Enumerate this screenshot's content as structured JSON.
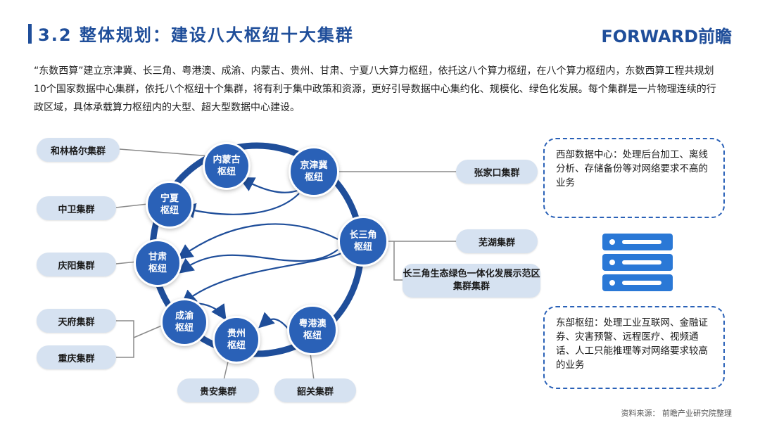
{
  "header": {
    "title": "3.2 整体规划：建设八大枢纽十大集群",
    "logo": "FORWARD前瞻"
  },
  "intro": "“东数西算”建立京津冀、长三角、粤港澳、成渝、内蒙古、贵州、甘肃、宁夏八大算力枢纽，依托这八个算力枢纽，在八个算力枢纽内，东数西算工程共规划10个国家数据中心集群，依托八个枢纽十个集群，将有利于集中政策和资源，更好引导数据中心集约化、规模化、绿色化发展。每个集群是一片物理连续的行政区域，具体承载算力枢纽内的大型、超大型数据中心建设。",
  "hubs": {
    "neimenggu": "内蒙古\n枢纽",
    "jingjinji": "京津冀\n枢纽",
    "ningxia": "宁夏\n枢纽",
    "changsanjiao": "长三角\n枢纽",
    "gansu": "甘肃\n枢纽",
    "chengyu": "成渝\n枢纽",
    "guizhou": "贵州\n枢纽",
    "yuegangao": "粤港澳\n枢纽"
  },
  "clusters": {
    "helingeer": "和林格尔集群",
    "zhongwei": "中卫集群",
    "qingyang": "庆阳集群",
    "tianfu": "天府集群",
    "chongqing": "重庆集群",
    "guian": "贵安集群",
    "shaoguan": "韶关集群",
    "zhangjiakou": "张家口集群",
    "wuhu": "芜湖集群",
    "changsanjiao_demo": "长三角生态绿色一体化发展示范区集群集群"
  },
  "info": {
    "west": "西部数据中心：处理后台加工、离线分析、存储备份等对网络要求不高的业务",
    "east": "东部枢纽：处理工业互联网、金融证券、灾害预警、远程医疗、视频通话、人工只能推理等对网络要求较高的业务"
  },
  "source": "资料来源：  前瞻产业研究院整理",
  "colors": {
    "primary": "#1f4e9a",
    "hub": "#2a61b7",
    "pill": "#d6e2f1",
    "server": "#2a78d6"
  }
}
